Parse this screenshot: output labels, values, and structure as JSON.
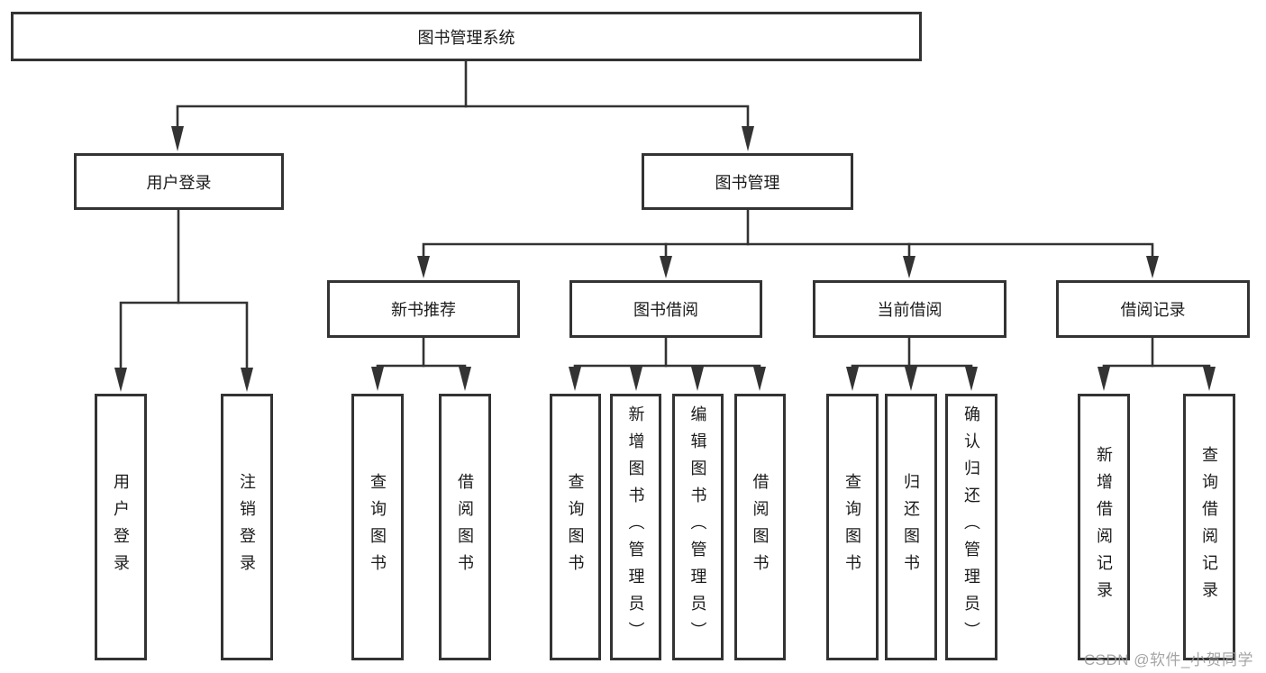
{
  "diagram": {
    "root": {
      "label": "图书管理系统"
    },
    "level1": {
      "user_login": "用户登录",
      "book_mgmt": "图书管理"
    },
    "level2": {
      "new_book": "新书推荐",
      "borrow": "图书借阅",
      "current": "当前借阅",
      "records": "借阅记录"
    },
    "leaves": {
      "user_login": "用户登录",
      "logout": "注销登录",
      "nb_query": "查询图书",
      "nb_borrow": "借阅图书",
      "bb_query": "查询图书",
      "bb_add": "新增图书（管理员）",
      "bb_edit": "编辑图书（管理员）",
      "bb_borrow": "借阅图书",
      "cb_query": "查询图书",
      "cb_return": "归还图书",
      "cb_confirm": "确认归还（管理员）",
      "rec_add": "新增借阅记录",
      "rec_query": "查询借阅记录"
    },
    "watermark": "CSDN @软件_小贺同学"
  }
}
